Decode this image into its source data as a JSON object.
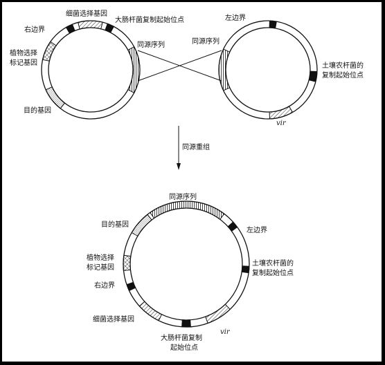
{
  "labels": {
    "top_left": {
      "bacterial_marker": "细菌选择基因",
      "ecoli_origin": "大肠杆菌复制起始位点",
      "right_border": "右边界",
      "plant_marker_l1": "植物选择",
      "plant_marker_l2": "标记基因",
      "homologous": "同源序列",
      "target_gene": "目的基因"
    },
    "top_right": {
      "left_border": "左边界",
      "homologous": "同源序列",
      "agro_origin_l1": "土壤农杆菌的",
      "agro_origin_l2": "复制起始位点",
      "vir": "vir"
    },
    "arrow_caption": "同源重组",
    "bottom": {
      "homologous": "同源序列",
      "target_gene": "目的基因",
      "left_border": "左边界",
      "plant_marker_l1": "植物选择",
      "plant_marker_l2": "标记基因",
      "agro_origin_l1": "土壤农杆菌的",
      "agro_origin_l2": "复制起始位点",
      "right_border": "右边界",
      "bacterial_marker": "细菌选择基因",
      "vir": "vir",
      "ecoli_origin_l1": "大肠杆菌复制",
      "ecoli_origin_l2": "起始位点"
    }
  },
  "colors": {
    "frame_border": "#000000",
    "background": "#ffffff",
    "ink": "#111111"
  }
}
